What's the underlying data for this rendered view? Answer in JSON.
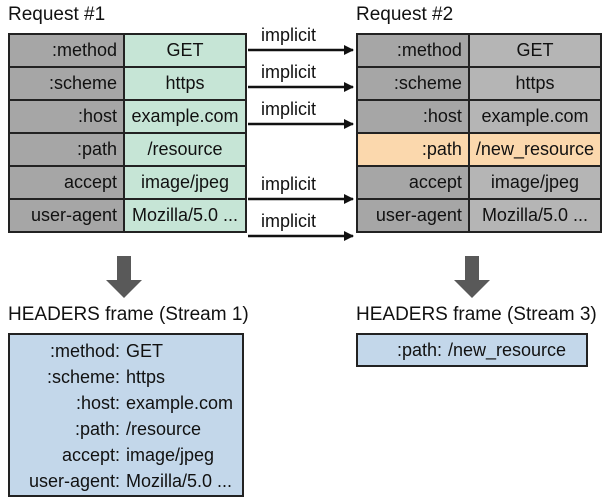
{
  "request1": {
    "title": "Request #1",
    "rows": [
      {
        "key": ":method",
        "value": "GET"
      },
      {
        "key": ":scheme",
        "value": "https"
      },
      {
        "key": ":host",
        "value": "example.com"
      },
      {
        "key": ":path",
        "value": "/resource"
      },
      {
        "key": "accept",
        "value": "image/jpeg"
      },
      {
        "key": "user-agent",
        "value": "Mozilla/5.0 ..."
      }
    ]
  },
  "request2": {
    "title": "Request #2",
    "rows": [
      {
        "key": ":method",
        "value": "GET"
      },
      {
        "key": ":scheme",
        "value": "https"
      },
      {
        "key": ":host",
        "value": "example.com"
      },
      {
        "key": ":path",
        "value": "/new_resource"
      },
      {
        "key": "accept",
        "value": "image/jpeg"
      },
      {
        "key": "user-agent",
        "value": "Mozilla/5.0 ..."
      }
    ]
  },
  "arrow_label": "implicit",
  "frame1": {
    "title": "HEADERS frame (Stream 1)",
    "rows": [
      {
        "key": ":method:",
        "value": "GET"
      },
      {
        "key": ":scheme:",
        "value": "https"
      },
      {
        "key": ":host:",
        "value": "example.com"
      },
      {
        "key": ":path:",
        "value": "/resource"
      },
      {
        "key": "accept:",
        "value": "image/jpeg"
      },
      {
        "key": "user-agent:",
        "value": "Mozilla/5.0 ..."
      }
    ]
  },
  "frame2": {
    "title": "HEADERS frame (Stream 3)",
    "rows": [
      {
        "key": ":path:",
        "value": "/new_resource"
      }
    ]
  },
  "colors": {
    "key_gray": "#a6a6a6",
    "req1_value_green": "#c6e5d6",
    "req2_value_gray": "#b5b5b5",
    "changed_orange": "#fbd8ad",
    "frame_blue": "#c3d7ea",
    "arrow_gray": "#595959"
  }
}
